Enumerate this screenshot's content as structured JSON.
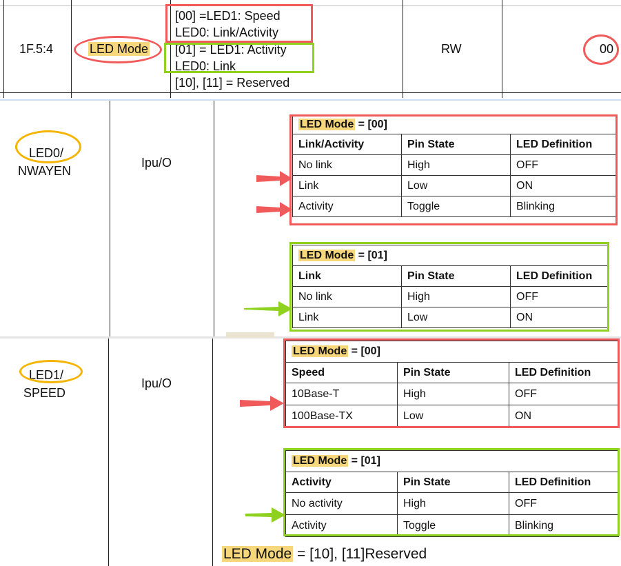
{
  "register_row": {
    "bits": "1F.5:4",
    "name": "LED Mode",
    "desc_00_a": "[00] =LED1: Speed",
    "desc_00_b": "LED0: Link/Activity",
    "desc_01_a": "[01] =  LED1: Activity",
    "desc_01_b": "LED0: Link",
    "desc_reserved": "[10], [11] = Reserved",
    "access": "RW",
    "default": "00"
  },
  "pin_led0": {
    "name_line1": "LED0/",
    "name_line2": "NWAYEN",
    "type": "Ipu/O",
    "table_00": {
      "caption_label": "LED Mode",
      "caption_value": " =  [00]",
      "headers": [
        "Link/Activity",
        "Pin State",
        "LED Definition"
      ],
      "rows": [
        [
          "No link",
          "High",
          "OFF"
        ],
        [
          "Link",
          "Low",
          "ON"
        ],
        [
          "Activity",
          "Toggle",
          "Blinking"
        ]
      ]
    },
    "table_01": {
      "caption_label": "LED Mode",
      "caption_value": " =  [01]",
      "headers": [
        "Link",
        "Pin State",
        "LED Definition"
      ],
      "rows": [
        [
          "No link",
          "High",
          "OFF"
        ],
        [
          "Link",
          "Low",
          "ON"
        ]
      ]
    }
  },
  "pin_led1": {
    "name_line1": "LED1/",
    "name_line2": "SPEED",
    "type": "Ipu/O",
    "table_00": {
      "caption_label": "LED Mode",
      "caption_value": " =  [00]",
      "headers": [
        "Speed",
        "Pin State",
        "LED Definition"
      ],
      "rows": [
        [
          "10Base-T",
          "High",
          "OFF"
        ],
        [
          "100Base-TX",
          "Low",
          "ON"
        ]
      ]
    },
    "table_01": {
      "caption_label": "LED Mode",
      "caption_value": " =  [01]",
      "headers": [
        "Activity",
        "Pin State",
        "LED Definition"
      ],
      "rows": [
        [
          "No activity",
          "High",
          "OFF"
        ],
        [
          "Activity",
          "Toggle",
          "Blinking"
        ]
      ]
    },
    "footer_label": "LED Mode",
    "footer_value": " =  [10], [11]Reserved"
  },
  "colors": {
    "red": "#f05a5a",
    "green": "#8fd11f",
    "orange": "#f5b400",
    "highlight": "#f7d77b"
  }
}
